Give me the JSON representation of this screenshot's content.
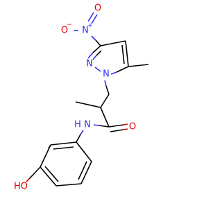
{
  "colors": {
    "bond": "#000000",
    "nitrogen": "#2f2ff0",
    "oxygen": "#e00000",
    "background": "#ffffff"
  },
  "atoms": {
    "nitro_o_left": "O",
    "nitro_o_left_charge": "−",
    "nitro_n": "N",
    "nitro_n_charge": "+",
    "nitro_o_double": "O",
    "pyrazole_n2": "N",
    "pyrazole_n1": "N",
    "amide_o": "O",
    "amide_nh": "N",
    "amide_nh_h": "H",
    "hydroxyl_ho": "HO"
  }
}
